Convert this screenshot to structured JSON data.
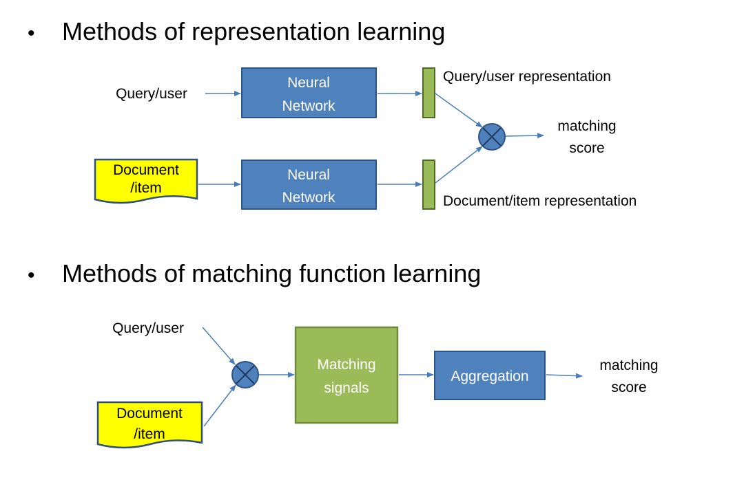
{
  "section1": {
    "bullet": "•",
    "title": "Methods of representation learning",
    "query_label": "Query/user",
    "document_label": [
      "Document",
      "/item"
    ],
    "nn_top": [
      "Neural",
      "Network"
    ],
    "nn_bottom": [
      "Neural",
      "Network"
    ],
    "query_rep_label": "Query/user representation",
    "doc_rep_label": "Document/item representation",
    "output_label": [
      "matching",
      "score"
    ],
    "op_icon": "circle-times-icon"
  },
  "section2": {
    "bullet": "•",
    "title": "Methods of matching function learning",
    "query_label": "Query/user",
    "document_label": [
      "Document",
      "/item"
    ],
    "signals_label": [
      "Matching",
      "signals"
    ],
    "aggregation_label": "Aggregation",
    "output_label": [
      "matching",
      "score"
    ],
    "op_icon": "circle-times-icon"
  },
  "colors": {
    "blue_fill": "#4f81bd",
    "blue_stroke": "#2c5486",
    "green_fill": "#9bbb59",
    "green_stroke": "#71893f",
    "yellow_fill": "#ffff00",
    "arrow": "#4a7ebb"
  }
}
